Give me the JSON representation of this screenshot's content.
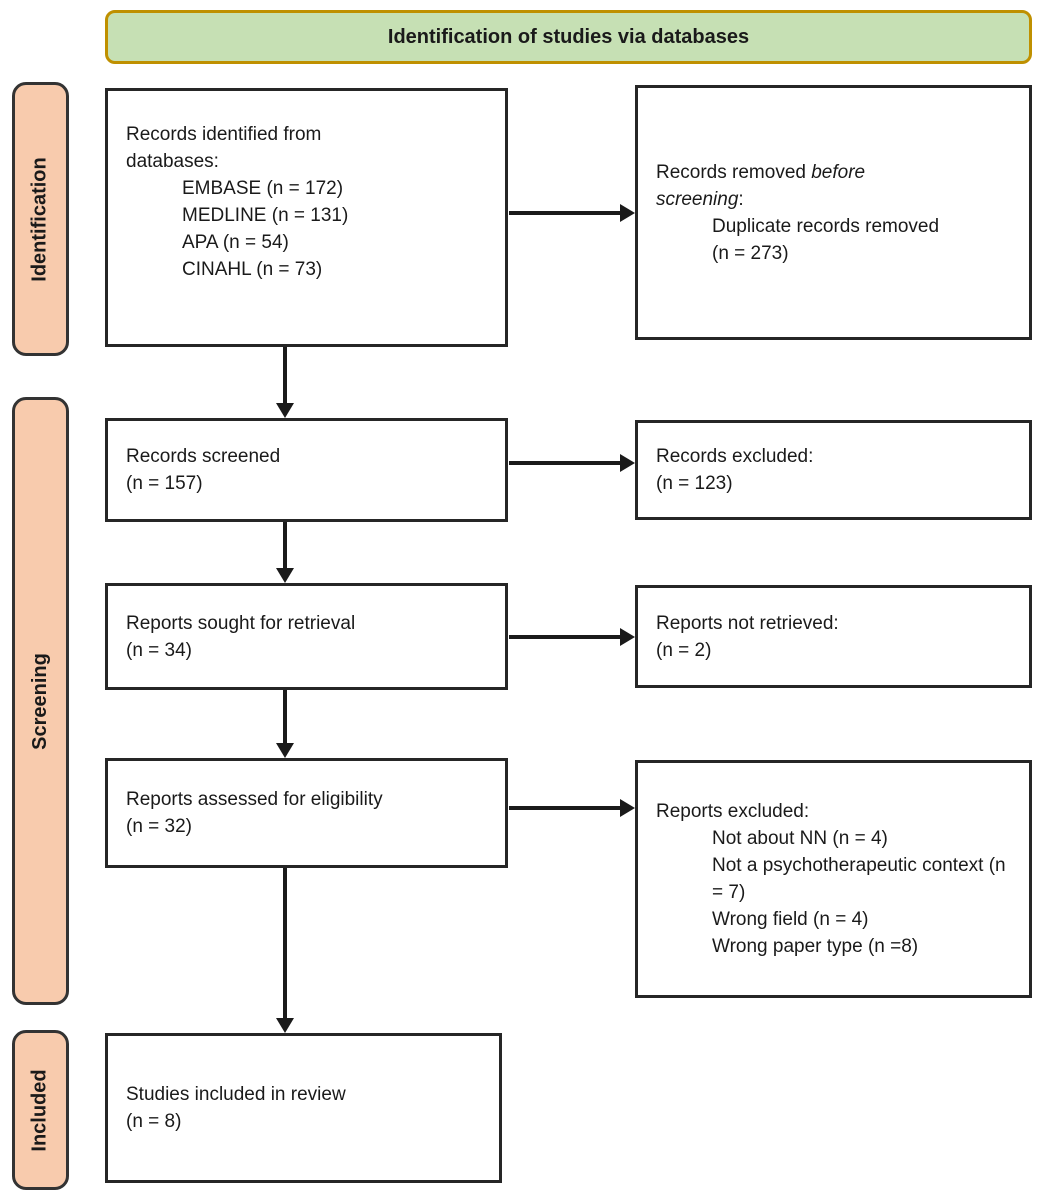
{
  "header": {
    "title": "Identification of studies via databases"
  },
  "sidebar": {
    "identification": "Identification",
    "screening": "Screening",
    "included": "Included"
  },
  "flow": {
    "identified": {
      "title_line1": "Records identified from",
      "title_line2": "databases:",
      "items": [
        "EMBASE (n = 172)",
        "MEDLINE (n = 131)",
        "APA (n = 54)",
        "CINAHL (n = 73)"
      ]
    },
    "removed": {
      "l1_regular": "Records removed ",
      "l1_italic": "before",
      "l2_italic": "screening",
      "l2_suffix": ":",
      "items": [
        "Duplicate records removed",
        "(n = 273)"
      ]
    },
    "screened": {
      "line1": "Records screened",
      "line2": "(n = 157)"
    },
    "records_excluded": {
      "line1": "Records excluded:",
      "line2": "(n = 123)"
    },
    "sought": {
      "line1": "Reports sought for retrieval",
      "line2": "(n = 34)"
    },
    "not_retrieved": {
      "line1": "Reports not retrieved:",
      "line2": "(n = 2)"
    },
    "assessed": {
      "line1": "Reports assessed for eligibility",
      "line2": "(n = 32)"
    },
    "reports_excluded": {
      "title": "Reports excluded:",
      "items": [
        "Not about NN (n = 4)",
        "Not a psychotherapeutic context (n = 7)",
        "Wrong field (n = 4)",
        "Wrong paper type (n =8)"
      ]
    },
    "included_studies": {
      "line1": "Studies included in review",
      "line2": "(n = 8)"
    }
  },
  "colors": {
    "banner_fill": "#c6e0b4",
    "banner_border": "#bf9000",
    "stage_fill": "#f8cbad",
    "box_border": "#262626",
    "text": "#1a1a1a"
  }
}
